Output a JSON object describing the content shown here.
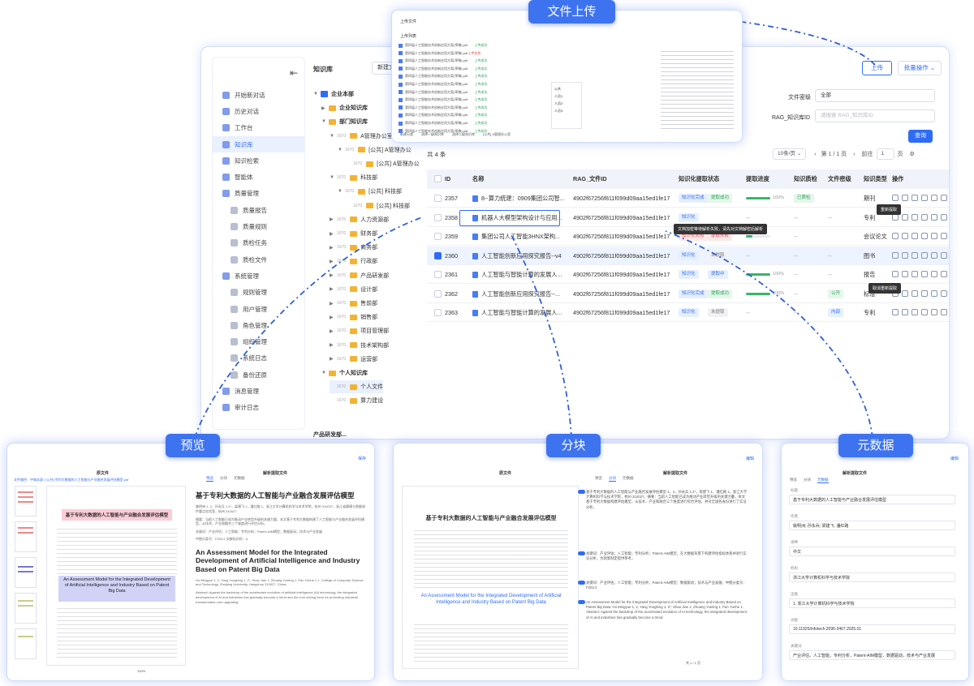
{
  "callouts": {
    "upload": "文件上传",
    "preview": "预览",
    "chunk": "分块",
    "metadata": "元数据"
  },
  "sidebar": {
    "items": [
      {
        "label": "开始新对话",
        "sub": false,
        "active": false
      },
      {
        "label": "历史对话",
        "sub": false,
        "active": false
      },
      {
        "label": "工作台",
        "sub": false,
        "active": false
      },
      {
        "label": "知识库",
        "sub": false,
        "active": true
      },
      {
        "label": "知识检索",
        "sub": false,
        "active": false
      },
      {
        "label": "智能体",
        "sub": false,
        "active": false
      },
      {
        "label": "质量管理",
        "sub": false,
        "active": false
      },
      {
        "label": "质量报告",
        "sub": true,
        "active": false
      },
      {
        "label": "质量规则",
        "sub": true,
        "active": false
      },
      {
        "label": "质检任务",
        "sub": true,
        "active": false
      },
      {
        "label": "质检文件",
        "sub": true,
        "active": false
      },
      {
        "label": "系统管理",
        "sub": false,
        "active": false
      },
      {
        "label": "规则管理",
        "sub": true,
        "active": false
      },
      {
        "label": "用户管理",
        "sub": true,
        "active": false
      },
      {
        "label": "角色管理",
        "sub": true,
        "active": false
      },
      {
        "label": "组织管理",
        "sub": true,
        "active": false
      },
      {
        "label": "系统日志",
        "sub": true,
        "active": false
      },
      {
        "label": "备份还原",
        "sub": true,
        "active": false
      },
      {
        "label": "消息管理",
        "sub": false,
        "active": false
      },
      {
        "label": "审计日志",
        "sub": false,
        "active": false
      }
    ]
  },
  "tree": {
    "title": "知识库",
    "new_button": "新建文",
    "count": "1670",
    "nodes": [
      {
        "label": "企业本部",
        "lvl": 0,
        "arrow": "▼",
        "icon": "home",
        "bold": true
      },
      {
        "label": "企业知识库",
        "lvl": 1,
        "arrow": "▶",
        "icon": "fold",
        "bold": true
      },
      {
        "label": "部门知识库",
        "lvl": 1,
        "arrow": "▼",
        "icon": "fold",
        "bold": true
      },
      {
        "label": "A管理办公室",
        "lvl": 2,
        "arrow": "▼",
        "icon": "fold"
      },
      {
        "label": "[公共] A管理办公",
        "lvl": 3,
        "arrow": "▼",
        "icon": "fold"
      },
      {
        "label": "[公共] A管理办公",
        "lvl": 4,
        "arrow": "",
        "icon": "fold"
      },
      {
        "label": "科技部",
        "lvl": 2,
        "arrow": "▼",
        "icon": "fold"
      },
      {
        "label": "[公共] 科技部",
        "lvl": 3,
        "arrow": "▼",
        "icon": "fold"
      },
      {
        "label": "[公共] 科技部",
        "lvl": 4,
        "arrow": "",
        "icon": "fold"
      },
      {
        "label": "人力资源部",
        "lvl": 2,
        "arrow": "▶",
        "icon": "fold"
      },
      {
        "label": "财务部",
        "lvl": 2,
        "arrow": "▶",
        "icon": "fold"
      },
      {
        "label": "商务部",
        "lvl": 2,
        "arrow": "▶",
        "icon": "fold"
      },
      {
        "label": "行政部",
        "lvl": 2,
        "arrow": "▶",
        "icon": "fold"
      },
      {
        "label": "产品研发部",
        "lvl": 2,
        "arrow": "▶",
        "icon": "fold"
      },
      {
        "label": "设计部",
        "lvl": 2,
        "arrow": "▶",
        "icon": "fold"
      },
      {
        "label": "售前部",
        "lvl": 2,
        "arrow": "▶",
        "icon": "fold"
      },
      {
        "label": "销售部",
        "lvl": 2,
        "arrow": "▶",
        "icon": "fold"
      },
      {
        "label": "项目管理部",
        "lvl": 2,
        "arrow": "▶",
        "icon": "fold"
      },
      {
        "label": "技术架构部",
        "lvl": 2,
        "arrow": "▶",
        "icon": "fold"
      },
      {
        "label": "运营部",
        "lvl": 2,
        "arrow": "▶",
        "icon": "fold"
      },
      {
        "label": "个人知识库",
        "lvl": 1,
        "arrow": "▼",
        "icon": "fold",
        "bold": true
      },
      {
        "label": "个人文件",
        "lvl": 2,
        "arrow": "",
        "icon": "fold",
        "hl": true
      },
      {
        "label": "算力建设",
        "lvl": 2,
        "arrow": "",
        "icon": "fold"
      }
    ],
    "footer": "产品研发部..."
  },
  "toolbar": {
    "upload": "上传",
    "batch": "批量操作 ⌄"
  },
  "filters": {
    "security_label": "文件密级",
    "security_value": "全部",
    "rag_label": "RAG_知识库ID",
    "rag_placeholder": "请搜索 RAG_知识库ID",
    "query": "查询"
  },
  "list": {
    "total": "共 4 条",
    "page_size": "10条/页 ⌄",
    "page_info": "第 1 / 1 页",
    "goto": "前往",
    "page_num": "1",
    "page_unit": "页"
  },
  "table": {
    "headers": [
      "ID",
      "名称",
      "RAG_文件ID",
      "知识化提取状态",
      "提取进度",
      "知识质检",
      "文件密级",
      "知识类型",
      "操作"
    ],
    "rows": [
      {
        "id": "2357",
        "name": "8--算力统建：0909集团公司智...",
        "rag": "4902f67256f811f099d09aa15ed1fe17",
        "status": "知识化完成",
        "status_c": "blue",
        "st2": "提取成功",
        "st2_c": "green",
        "progress": 1.0,
        "pct": "100%",
        "qc": "已质检",
        "qc_c": "green",
        "sec": "",
        "type": "期刊",
        "sel": false
      },
      {
        "id": "2358",
        "name": "机器人大模型架构设计与应用...",
        "rag": "4902f67256f811f099d09aa15ed1fe17",
        "status": "知识化",
        "status_c": "blue",
        "st2": "",
        "st2_c": "",
        "progress": 0,
        "pct": "",
        "qc": "--",
        "qc_c": "",
        "sec": "--",
        "type": "专利",
        "sel": false
      },
      {
        "id": "2359",
        "name": "集团公司人工智能3HNX架构...",
        "rag": "4902f67256f811f099d09aa15ed1fe17",
        "status": "知识化失败",
        "status_c": "red",
        "st2": "提取失败",
        "st2_c": "red",
        "progress": 0.25,
        "pct": "",
        "qc": "--",
        "qc_c": "",
        "sec": "",
        "type": "会议论文",
        "sel": false
      },
      {
        "id": "2360",
        "name": "人工智能创新应用探究报告--v4",
        "rag": "4902f67256f811f099d09aa15ed1fe17",
        "status": "知识化",
        "status_c": "blue",
        "st2": "未提取",
        "st2_c": "gray",
        "progress": 0,
        "pct": "",
        "qc": "--",
        "qc_c": "",
        "sec": "--",
        "type": "图书",
        "sel": true
      },
      {
        "id": "2361",
        "name": "人工智能与智能计算的发展人...",
        "rag": "4902f67256f811f099d09aa15ed1fe17",
        "status": "知识化",
        "status_c": "blue",
        "st2": "提取中",
        "st2_c": "blue",
        "progress": 1.0,
        "pct": "100%",
        "qc": "--",
        "qc_c": "",
        "sec": "--",
        "type": "报告",
        "sel": false
      },
      {
        "id": "2362",
        "name": "人工智能创新应用探究报告--...",
        "rag": "4902f67256f811f099d09aa15ed1fe17",
        "status": "知识化完成",
        "status_c": "blue",
        "st2": "提取成功",
        "st2_c": "green",
        "progress": 1.0,
        "pct": "100%",
        "qc": "--",
        "qc_c": "",
        "sec": "公开",
        "type": "标准",
        "sel": false
      },
      {
        "id": "2363",
        "name": "人工智能与智能计算的发展人...",
        "rag": "4902f67256f811f099d09aa15ed1fe17",
        "status": "知识化",
        "status_c": "blue",
        "st2": "未提取",
        "st2_c": "gray",
        "progress": 0,
        "pct": "",
        "qc": "--",
        "qc_c": "",
        "sec": "内部",
        "type": "专利",
        "sel": false
      }
    ]
  },
  "tooltips": {
    "error": "文档加密等待解析失败，请先对文档解密后解析",
    "reextract": "重新提取",
    "cancel": "取消重新提取"
  },
  "upload_modal": {
    "title": "上传文件",
    "subtitle": "上传列表",
    "file": "第四届人工智能技术创新应用方案(草稿).pdf",
    "ok": "上传成功",
    "err": "上传失败",
    "options": [
      "公共",
      "人员1",
      "人员2",
      "人员3"
    ],
    "footer": [
      "新建分类",
      "选择一级知识库",
      "选择二级知识库",
      "[公共] A管理办公室"
    ]
  },
  "preview": {
    "title": "原文件",
    "right_title": "解析提取文件",
    "tabs": [
      "预览",
      "分块",
      "元数据"
    ],
    "close": "保存",
    "breadcrumb": "文件路径：中城本部 / [公共] 专利大数据的人工智能与产业融合发展评估模型.pdf",
    "heading_cn": "基于专利大数据的人工智能与产业融合发展评估模型",
    "authors_cn": "姚明洲 1, 2，孙永兵 1,2*，梁建飞 1，潘红路 1，浙江大学计算机科学与技术学院，杭州 310027，浙江省健康与智能软件重点实验室，杭州 310027",
    "abstract_cn": "摘要：当前人工智能已成为推动产业转型升级的关键力量，本文基于专利大数据构建了人工智能与产业融合发展评估模型，从技术、产业和融合三个维度进行评估分析。",
    "keywords_cn": "关键词：产业评估；人工智能；专利分析；Patent-AIM模型；数据驱动；技术与产业发展",
    "class_cn": "中图分类号：F203.2 文献标识码：A",
    "heading_en": "An Assessment Model for the Integrated Development of Artificial Intelligence and Industry Based on Patent Big Data",
    "authors_en": "Hu Mingyue 1, 2, Yang Yongbing 1, 2*, Shao Jian 1, Zhuang Yueting 1, Pan Yunhe 1 1. College of Computer Science and Technology, Zhejiang University, Hangzhou 310027, China",
    "abstract_en": "Abstract: Against the backdrop of the accelerated evolution of artificial intelligence (AI) technology, the integrated development of AI and industries has gradually become a trend and the core driving force for promoting industrial transformation and upgrading.",
    "page_cn": "基于专利大数据的人工智能与产业融合发展评估模型",
    "page_en": "An Assessment Model for the Integrated Development of Artificial Intelligence and Industry Based on Patent Big Data",
    "zoom": "100%"
  },
  "chunk": {
    "title": "原文件",
    "right_title": "解析提取文件",
    "tabs": [
      "预览",
      "分块",
      "元数据"
    ],
    "close": "编辑",
    "page_title": "基于专利大数据的人工智能与产业融合发展评估模型",
    "page_en": "An Assessment Model for the Integrated Development of Artificial Intelligence and Industry Based on Patent Big Data",
    "chunks": [
      "基于专利大数据的人工智能与产业融合发展评估模型 1，2，孙永兵 1,2*，梁建飞 1，潘红路 1，浙江大学计算机科学与技术学院，杭州 310027。摘要：当前人工智能已成为推动产业转型升级的关键力量，本文基于专利大数据构建评估模型，从技术、产业和融合三个维度进行综合评估，并对全国各省份进行了实证分析。",
      "关键词：产业评估；人工智能；专利分析；Patent-AIM模型，在大数据背景下构建评估指标体系并进行实证分析，为政策制定提供参考。",
      "关键词：产业评估；人工智能；专利分析；Patent-AIM模型；数据驱动；技术与产业发展；中图分类号：F203.2",
      "An Assessment Model for the Integrated Development of Artificial Intelligence and Industry Based on Patent Big Data. Hu Mingyue 1, 2, Yang Yongbing 1, 2*, Shao Jian 1, Zhuang Yueting 1, Pan Yunhe 1. Abstract: Against the backdrop of the accelerated evolution of AI technology, the integrated development of AI and industries has gradually become a trend."
    ],
    "footer": "共 1 / 1 页"
  },
  "metadata": {
    "title": "解析提取文件",
    "tabs": [
      "预览",
      "分块",
      "元数据"
    ],
    "close": "编辑",
    "fields": [
      {
        "label": "标题",
        "value": "基于专利大数据的人工智能与产业融合发展评估模型"
      },
      {
        "label": "作者",
        "value": "姚明洲; 孙永兵; 梁建飞; 潘红路"
      },
      {
        "label": "语种",
        "value": "中文"
      },
      {
        "label": "机构",
        "value": "浙江大学计算机科学与技术学院"
      },
      {
        "label": "出版",
        "value": "1. 浙江大学计算机科学与技术学院"
      },
      {
        "label": "文献",
        "value": "10.11925/infotech.2096-3467.2025.01"
      },
      {
        "label": "关键词",
        "value": "产业评估，人工智能，专利分析，Patent-AIM模型，数据驱动，技术与产业发展"
      }
    ]
  }
}
